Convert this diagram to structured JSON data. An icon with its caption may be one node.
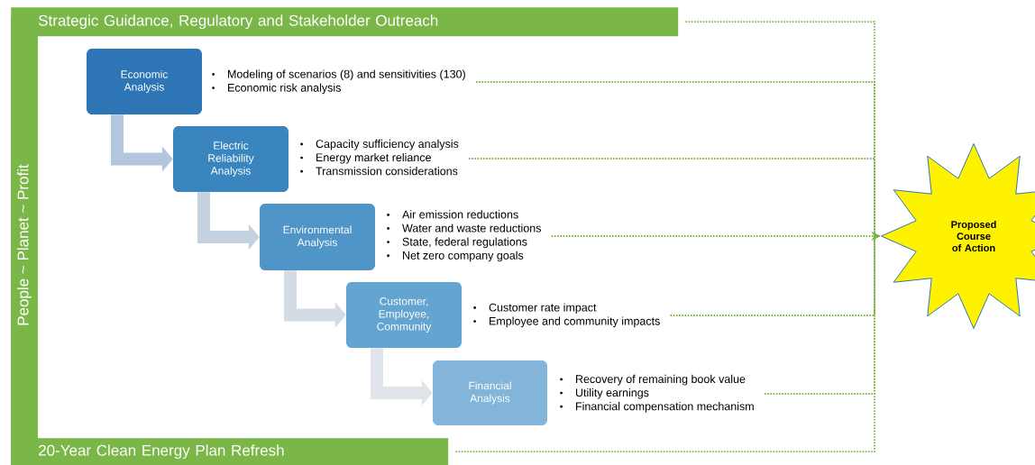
{
  "diagram": {
    "nodes": [
      {
        "text": [
          "Strategic Guidance, Regulatory and Stakeholder Outreach"
        ]
      },
      {
        "text": [
          "People ~ Planet ~ Profit"
        ]
      },
      {
        "text": [
          "20-Year Clean Energy Plan Refresh"
        ]
      },
      {
        "text": [
          "Economic Analysis"
        ]
      },
      {
        "text": [
          "Modeling of scenarios (8) and sensitivities (130)",
          "Economic risk analysis"
        ]
      },
      {
        "text": [
          "Electric Reliability Analysis"
        ]
      },
      {
        "text": [
          "Capacity sufficiency analysis",
          "Energy market reliance",
          "Transmission considerations"
        ]
      },
      {
        "text": [
          "Environmental Analysis"
        ]
      },
      {
        "text": [
          "Air emission reductions",
          "Water and waste reductions",
          "State, federal regulations",
          "Net zero company goals"
        ]
      },
      {
        "text": [
          "Customer, Employee, Community"
        ]
      },
      {
        "text": [
          "Customer rate impact",
          "Employee and community impacts"
        ]
      },
      {
        "text": [
          "Financial Analysis"
        ]
      },
      {
        "text": [
          "Recovery of remaining book value",
          "Utility earnings",
          "Financial compensation mechanism"
        ]
      },
      {
        "text": [
          "Proposed Course of Action"
        ]
      }
    ],
    "edges": [
      {
        "from": 3,
        "to": 5,
        "arrow": "to",
        "style": "thick",
        "color": "#b4c6dc"
      },
      {
        "from": 5,
        "to": 7,
        "arrow": "to",
        "style": "thick",
        "color": "#c4d1df"
      },
      {
        "from": 7,
        "to": 9,
        "arrow": "to",
        "style": "thick",
        "color": "#d3dbe5"
      },
      {
        "from": 9,
        "to": 11,
        "arrow": "to",
        "style": "thick",
        "color": "#e0e5eb"
      },
      {
        "from": 0,
        "to": 13,
        "arrow": "to",
        "style": "dashed"
      },
      {
        "from": 4,
        "to": 13,
        "arrow": "to",
        "style": "dashed"
      },
      {
        "from": 6,
        "to": 13,
        "arrow": "to",
        "style": "dashed"
      },
      {
        "from": 8,
        "to": 13,
        "arrow": "to",
        "style": "dashed"
      },
      {
        "from": 10,
        "to": 13,
        "arrow": "to",
        "style": "dashed"
      },
      {
        "from": 12,
        "to": 13,
        "arrow": "to",
        "style": "dashed"
      },
      {
        "from": 2,
        "to": 13,
        "arrow": "to",
        "style": "dashed"
      }
    ]
  }
}
